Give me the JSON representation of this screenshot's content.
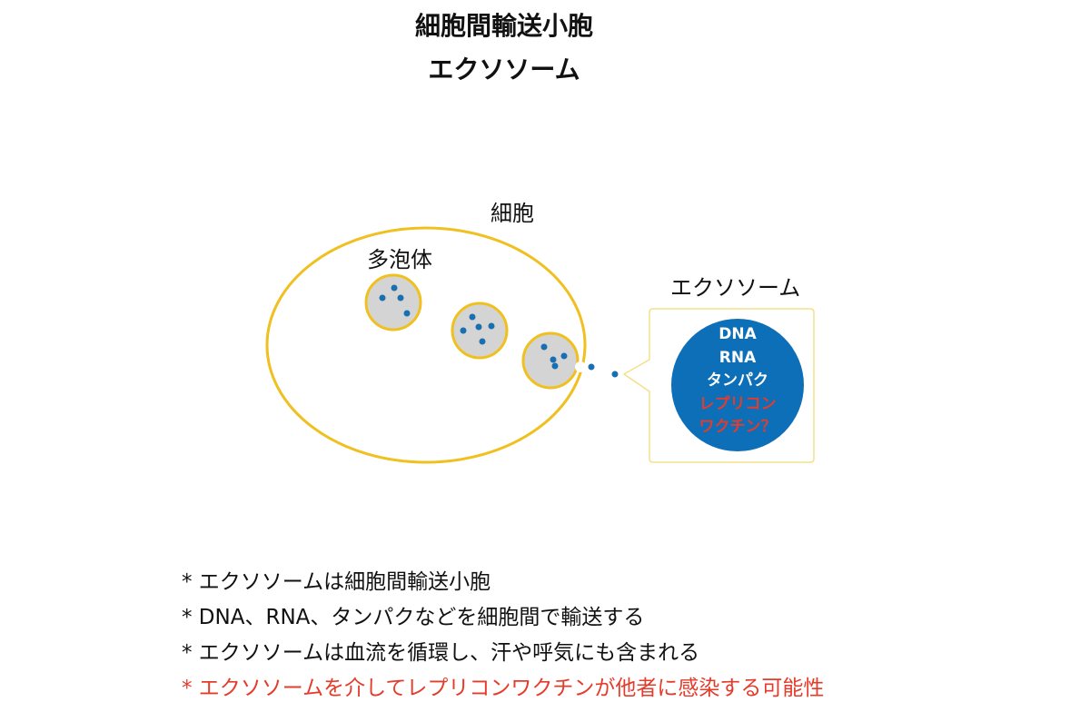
{
  "title": {
    "line1": "細胞間輸送小胞",
    "line2": "エクソソーム"
  },
  "labels": {
    "cell": "細胞",
    "mvb": "多泡体",
    "exosome": "エクソソーム"
  },
  "cargo": {
    "items": [
      {
        "text": "DNA",
        "color": "#ffffff"
      },
      {
        "text": "RNA",
        "color": "#ffffff"
      },
      {
        "text": "タンパク",
        "color": "#ffffff"
      },
      {
        "text": "レプリコン",
        "color": "#e53b2b"
      },
      {
        "text": "ワクチン？",
        "color": "#e53b2b"
      }
    ]
  },
  "notes": [
    {
      "text": "* エクソソームは細胞間輸送小胞",
      "color": "#111111"
    },
    {
      "text": "* DNA、RNA、タンパクなどを細胞間で輸送する",
      "color": "#111111"
    },
    {
      "text": "* エクソソームは血流を循環し、汗や呼気にも含まれる",
      "color": "#111111"
    },
    {
      "text": "* エクソソームを介してレプリコンワクチンが他者に感染する可能性",
      "color": "#e53b2b"
    }
  ],
  "colors": {
    "membrane": "#f0c020",
    "vesicle_fill": "#d4d4d4",
    "particle": "#1a6fb0",
    "cargo_circle": "#0d6fb8",
    "callout_border": "#f4e08a",
    "warning": "#e53b2b"
  }
}
